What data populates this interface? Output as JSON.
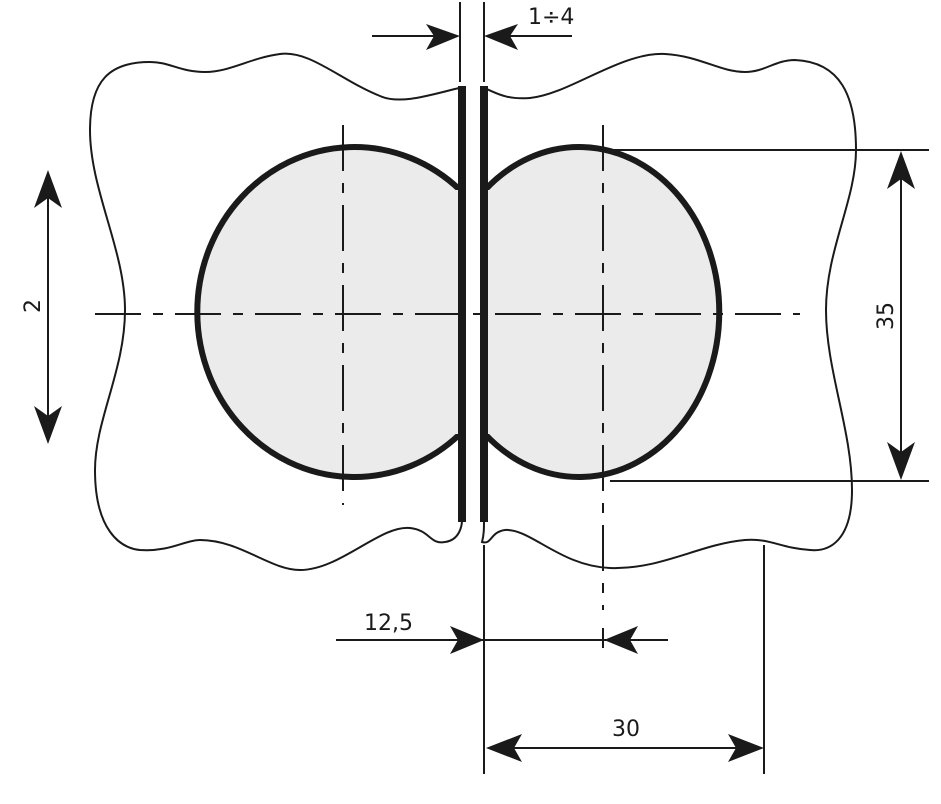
{
  "diagram": {
    "type": "technical drawing",
    "subject": "two overlapping circular weld nuggets between two thin plates",
    "colors": {
      "line": "#1a1a1a",
      "nugget_fill": "#ebebeb",
      "background": "#ffffff"
    },
    "dimensions": {
      "gap": {
        "label": "1÷4",
        "orientation": "horizontal",
        "position": "top"
      },
      "left_height": {
        "label": "2",
        "orientation": "vertical",
        "position": "left"
      },
      "nugget_diameter": {
        "label": "35",
        "orientation": "vertical",
        "position": "right"
      },
      "offset": {
        "label": "12,5",
        "orientation": "horizontal",
        "position": "bottom"
      },
      "pitch": {
        "label": "30",
        "orientation": "horizontal",
        "position": "bottom"
      }
    }
  }
}
